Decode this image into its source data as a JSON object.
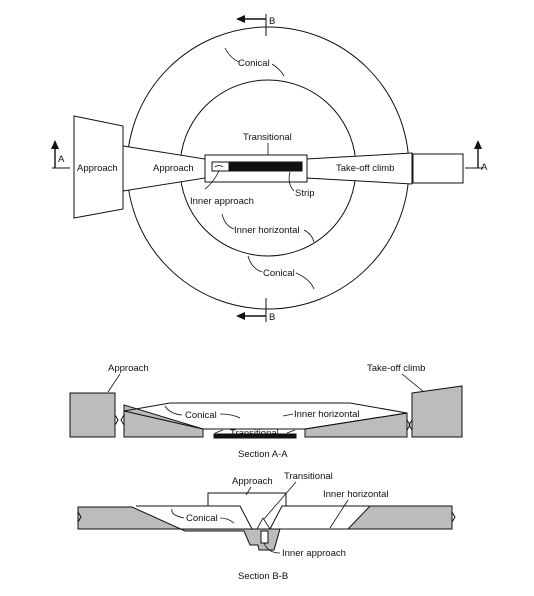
{
  "plan": {
    "labels": {
      "section_b_top": "B",
      "section_b_bottom": "B",
      "section_a_left": "A",
      "section_a_right": "A",
      "conical_top": "Conical",
      "conical_bottom": "Conical",
      "transitional": "Transitional",
      "approach_outer": "Approach",
      "approach_inner": "Approach",
      "take_off_climb": "Take-off climb",
      "strip": "Strip",
      "inner_approach": "Inner approach",
      "inner_horizontal": "Inner horizontal"
    }
  },
  "section_aa": {
    "labels": {
      "approach": "Approach",
      "take_off_climb": "Take-off climb",
      "conical": "Conical",
      "inner_horizontal": "Inner horizontal",
      "transitional": "Transitional"
    },
    "caption": "Section A-A"
  },
  "section_bb": {
    "labels": {
      "approach": "Approach",
      "transitional": "Transitional",
      "inner_horizontal": "Inner horizontal",
      "conical": "Conical",
      "inner_approach": "Inner approach"
    },
    "caption": "Section B-B"
  },
  "colors": {
    "ground_fill": "#bcbcbc",
    "line": "#111111",
    "background": "#ffffff"
  }
}
